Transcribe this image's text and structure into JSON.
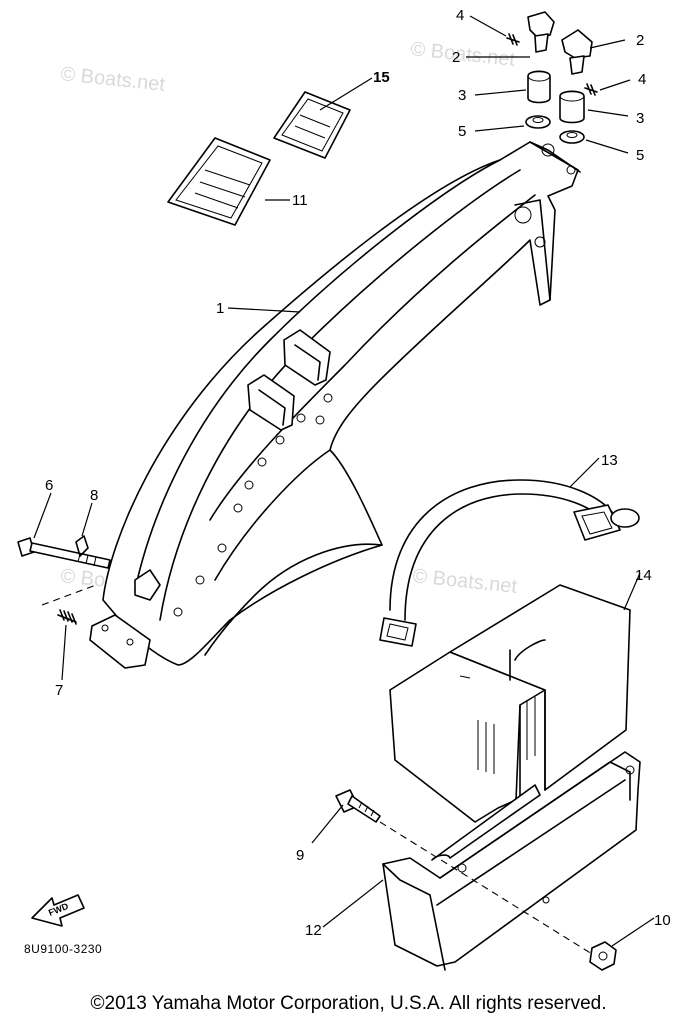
{
  "diagram": {
    "callouts": {
      "c1": "1",
      "c2a": "2",
      "c2b": "2",
      "c3a": "3",
      "c3b": "3",
      "c4a": "4",
      "c4b": "4",
      "c5a": "5",
      "c5b": "5",
      "c6": "6",
      "c7": "7",
      "c8": "8",
      "c9": "9",
      "c10": "10",
      "c11": "11",
      "c12": "12",
      "c13": "13",
      "c14": "14",
      "c15": "15"
    },
    "fwd_label": "FWD",
    "diagram_code": "8U9100-3230",
    "watermarks": [
      "© Boats.net",
      "© Boats.net",
      "© Boats.net",
      "© Boats.net"
    ]
  },
  "footer": {
    "copyright": "©2013 Yamaha Motor Corporation, U.S.A. All rights reserved."
  }
}
